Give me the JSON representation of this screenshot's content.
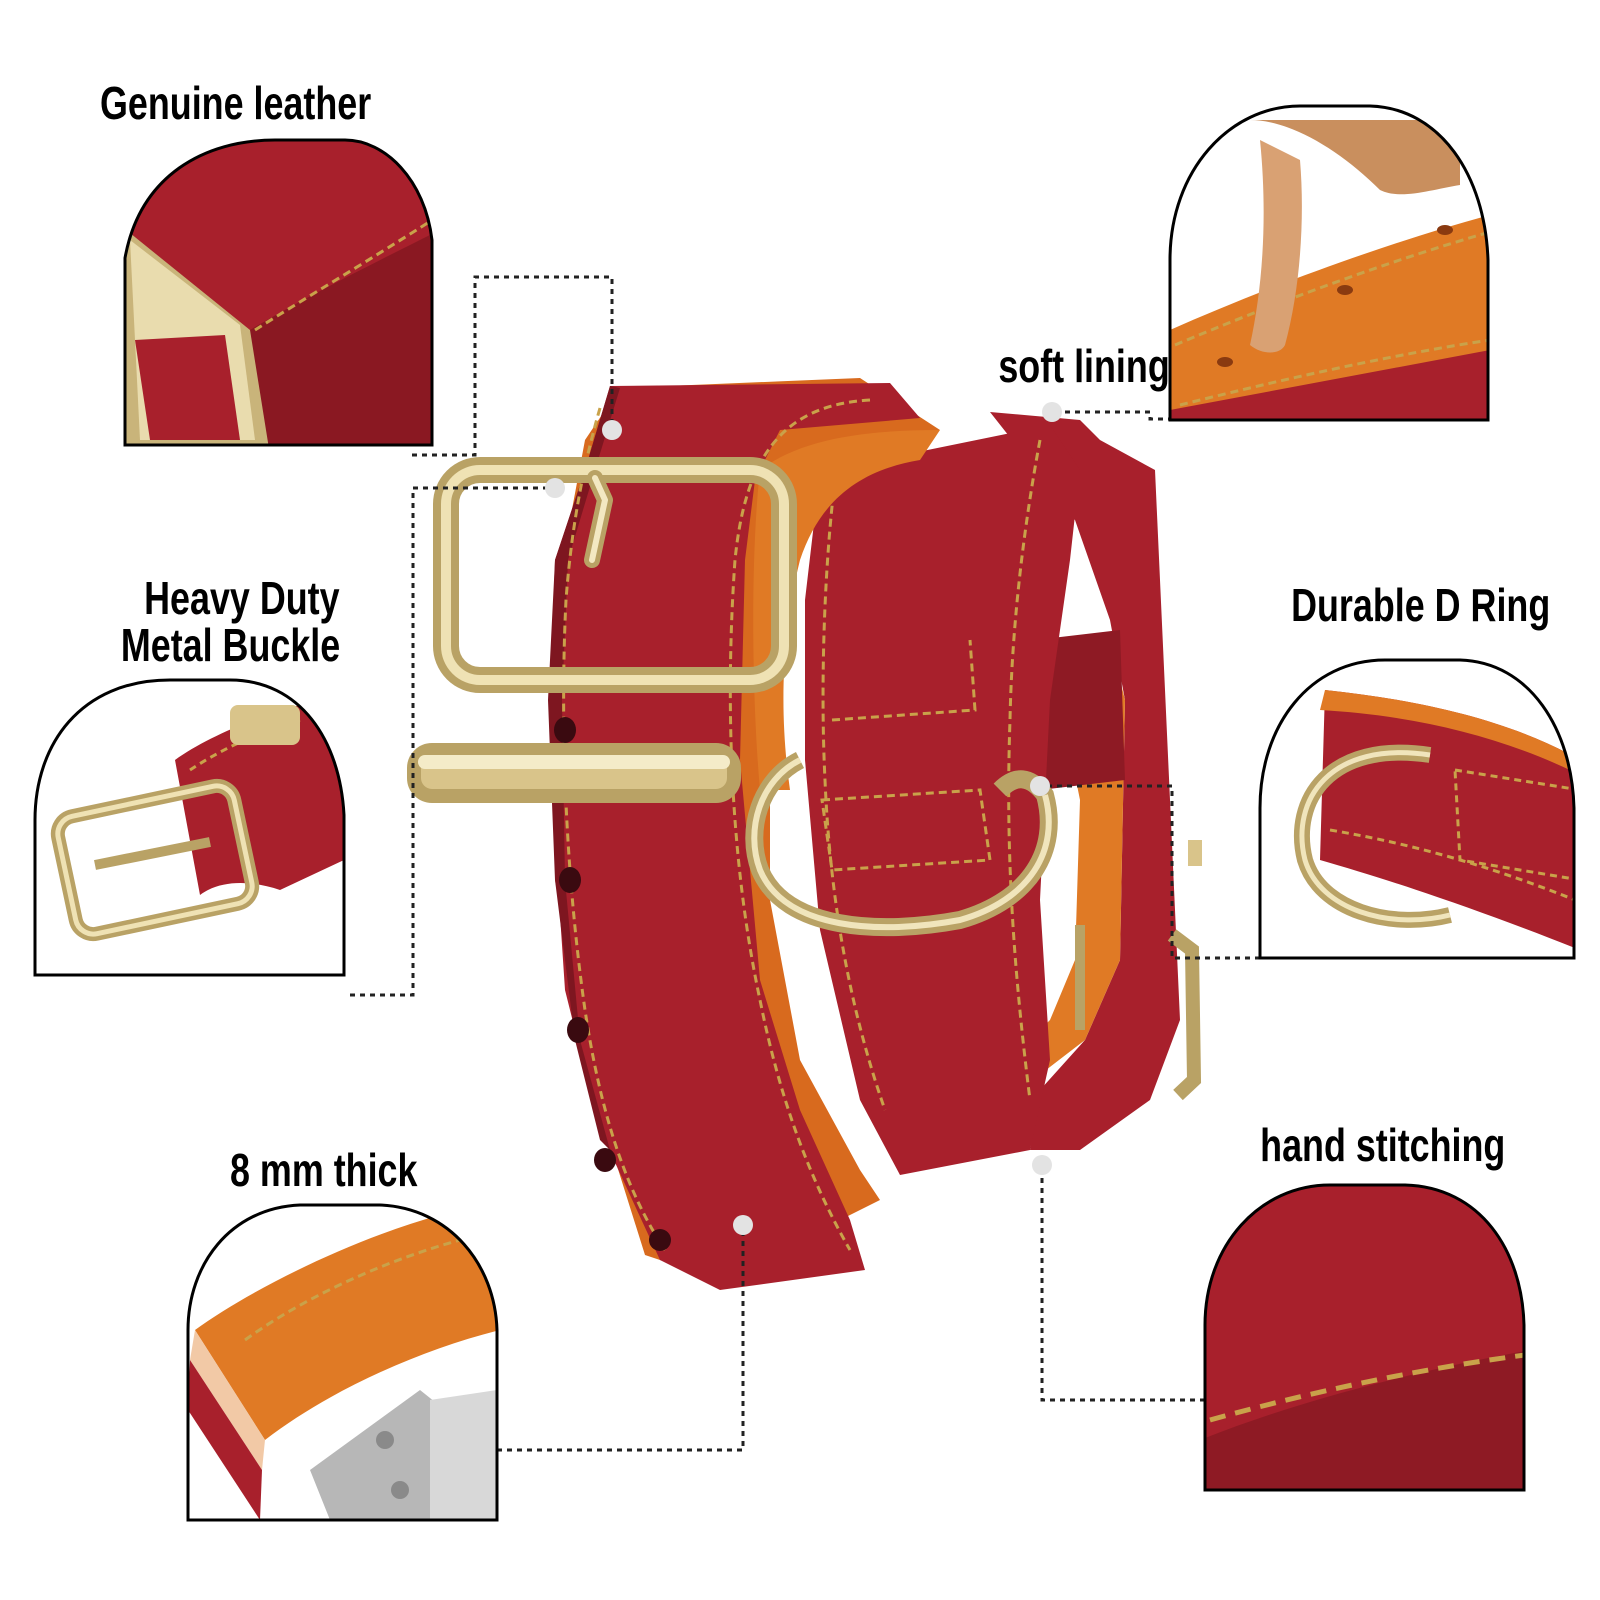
{
  "callouts": {
    "genuine_leather": "Genuine leather",
    "heavy_duty_line1": "Heavy Duty",
    "heavy_duty_line2": "Metal Buckle",
    "eight_mm": "8 mm thick",
    "soft_lining": "soft lining",
    "d_ring": "Durable D Ring",
    "hand_stitching": "hand stitching"
  },
  "colors": {
    "leather_red": "#a8202c",
    "leather_dark": "#7e1620",
    "lining_orange": "#e07a25",
    "stitch_gold": "#c9a24a",
    "metal_gold": "#d9c48a",
    "ink": "#000000"
  },
  "icons": {
    "buckle": "metal-buckle-icon",
    "d_ring": "d-ring-icon",
    "finger": "finger-icon",
    "ruler": "ruler-icon"
  }
}
